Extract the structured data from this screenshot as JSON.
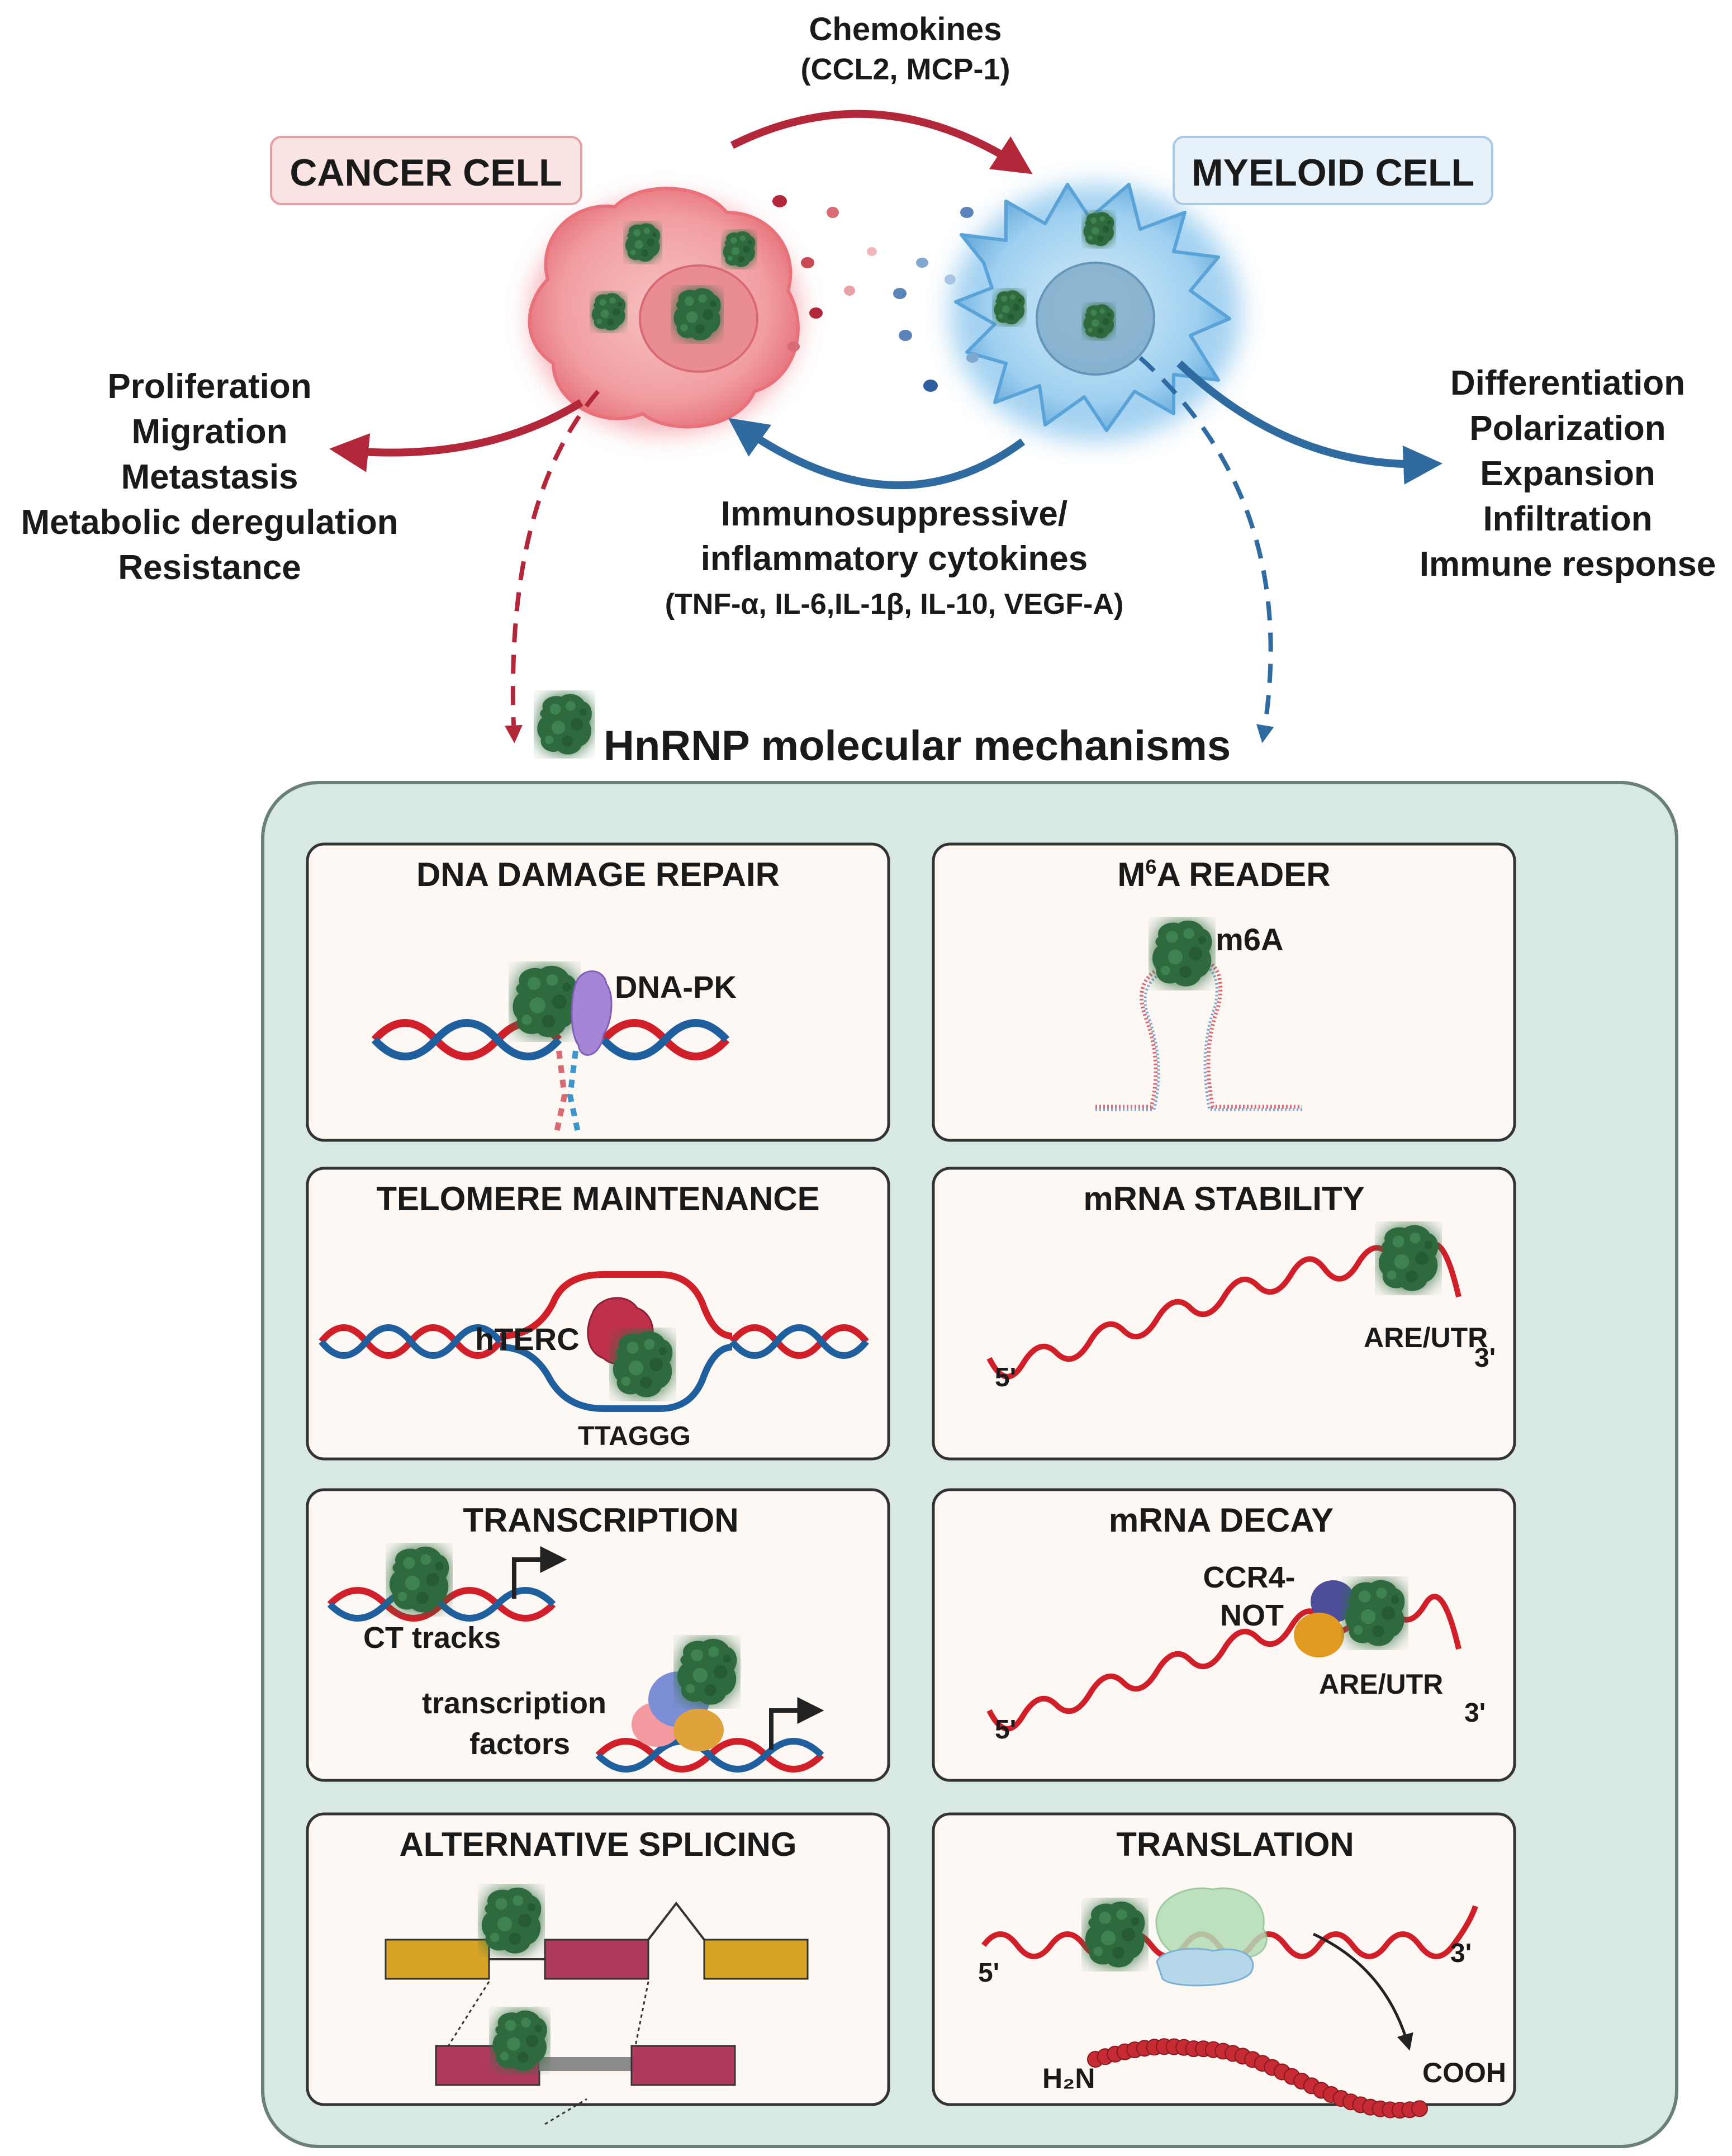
{
  "top": {
    "chemokines_title": "Chemokines",
    "chemokines_list": "(CCL2, MCP-1)",
    "cancer_cell_label": "CANCER CELL",
    "myeloid_cell_label": "MYELOID CELL",
    "cancer_effects": [
      "Proliferation",
      "Migration",
      "Metastasis",
      "Metabolic deregulation",
      "Resistance"
    ],
    "myeloid_effects": [
      "Differentiation",
      "Polarization",
      "Expansion",
      "Infiltration",
      "Immune response"
    ],
    "cytokines_line1": "Immunosuppressive/",
    "cytokines_line2": "inflammatory cytokines",
    "cytokines_list": "(TNF-α, IL-6,IL-1β, IL-10, VEGF-A)",
    "mechanisms_title": "HnRNP molecular mechanisms"
  },
  "panels": {
    "dna_repair": {
      "title": "DNA DAMAGE REPAIR",
      "dnapk": "DNA-PK"
    },
    "m6a": {
      "title_pre": "M",
      "title_sup": "6",
      "title_post": "A READER",
      "label": "m6A"
    },
    "telomere": {
      "title": "TELOMERE MAINTENANCE",
      "hterc": "hTERC",
      "repeat": "TTAGGG"
    },
    "stability": {
      "title": "mRNA STABILITY",
      "utr": "ARE/UTR",
      "five": "5'",
      "three": "3'"
    },
    "transcription": {
      "title": "TRANSCRIPTION",
      "ct": "CT tracks",
      "tf1": "transcription",
      "tf2": "factors"
    },
    "decay": {
      "title": "mRNA DECAY",
      "ccr4a": "CCR4-",
      "ccr4b": "NOT",
      "utr": "ARE/UTR",
      "five": "5'",
      "three": "3'"
    },
    "splicing": {
      "title": "ALTERNATIVE SPLICING"
    },
    "translation": {
      "title": "TRANSLATION",
      "five": "5'",
      "three": "3'",
      "h2n": "H₂N",
      "cooh": "COOH"
    }
  },
  "colors": {
    "hnrnp_green": "#2e6b3e",
    "dna_red": "#d11f2a",
    "dna_blue": "#1f5f9e",
    "cancer_pink": "#f2a0a4",
    "myeloid_blue": "#8fc6ea",
    "arrow_red": "#b3273a",
    "arrow_blue": "#2f6aa1",
    "container_bg": "#d8e8e3",
    "panel_bg": "#fdf8f4"
  }
}
